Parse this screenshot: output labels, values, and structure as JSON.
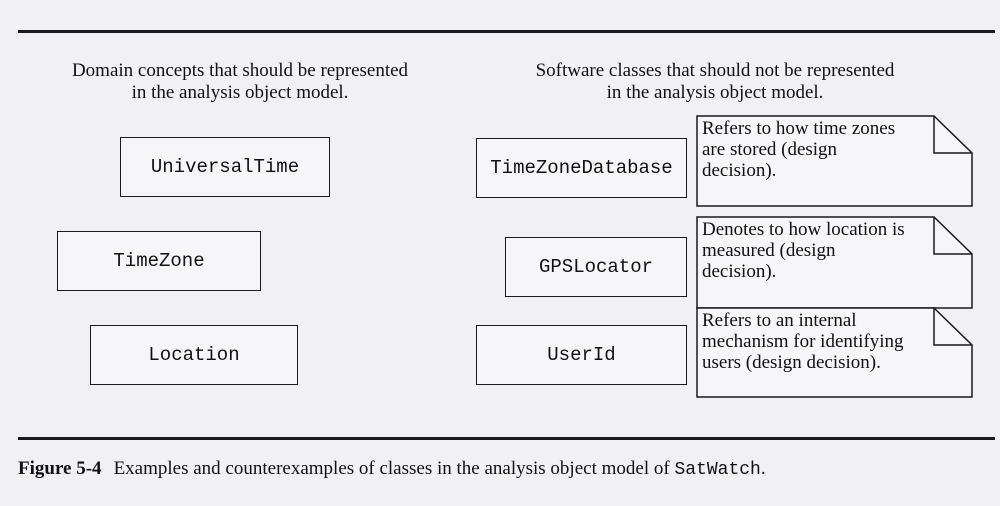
{
  "headings": {
    "left_line1": "Domain concepts that should be represented",
    "left_line2": "in the analysis object model.",
    "right_line1": "Software classes that should not be represented",
    "right_line2": "in the analysis object model."
  },
  "domain_classes": [
    "UniversalTime",
    "TimeZone",
    "Location"
  ],
  "software_classes": [
    "TimeZoneDatabase",
    "GPSLocator",
    "UserId"
  ],
  "notes": [
    [
      "Refers to how time zones",
      "are stored (design",
      "decision)."
    ],
    [
      "Denotes to how location is",
      "measured (design",
      "decision)."
    ],
    [
      "Refers to an internal",
      "mechanism for identifying",
      "users (design decision)."
    ]
  ],
  "figure": {
    "number": "Figure 5-4",
    "text": "Examples and counterexamples of classes in the analysis object model of ",
    "system": "SatWatch",
    "end": "."
  }
}
